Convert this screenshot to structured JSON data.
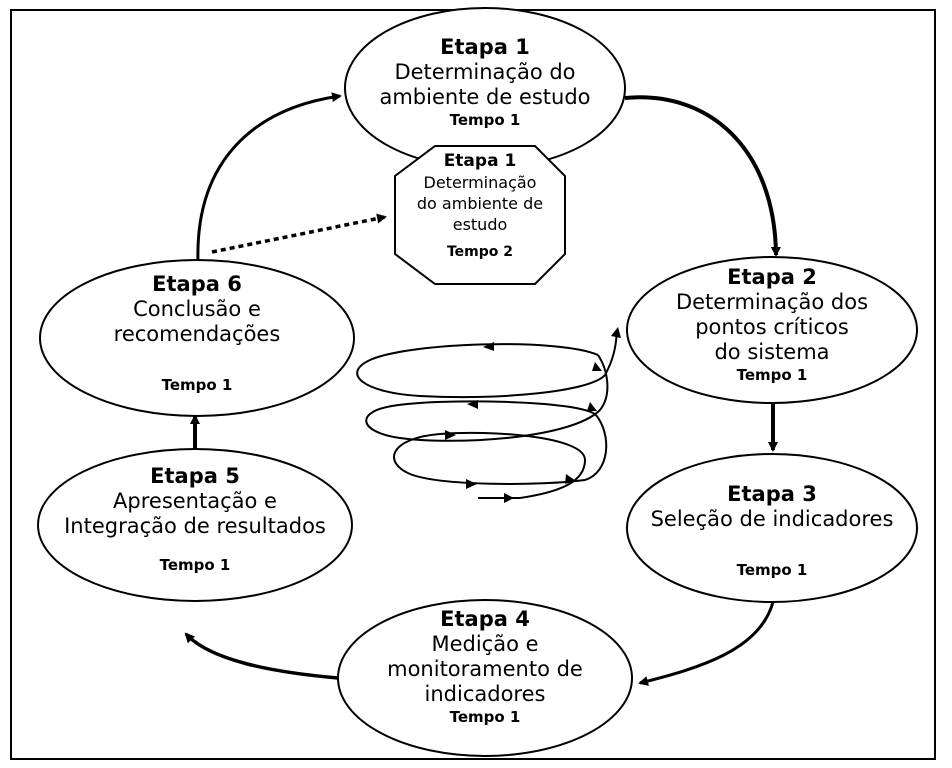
{
  "stages": [
    {
      "id": "s1",
      "title": "Etapa 1",
      "lines": [
        "Determinação do",
        "ambiente de estudo"
      ],
      "time": "Tempo 1"
    },
    {
      "id": "s1b",
      "title": "Etapa 1",
      "lines": [
        "Determinação",
        "do ambiente de",
        "estudo"
      ],
      "time": "Tempo 2"
    },
    {
      "id": "s2",
      "title": "Etapa 2",
      "lines": [
        "Determinação dos",
        "pontos críticos",
        "do sistema"
      ],
      "time": "Tempo 1"
    },
    {
      "id": "s3",
      "title": "Etapa 3",
      "lines": [
        "Seleção de indicadores"
      ],
      "time": "Tempo 1"
    },
    {
      "id": "s4",
      "title": "Etapa 4",
      "lines": [
        "Medição e",
        "monitoramento de",
        "indicadores"
      ],
      "time": "Tempo 1"
    },
    {
      "id": "s5",
      "title": "Etapa 5",
      "lines": [
        "Apresentação e",
        "Integração de resultados"
      ],
      "time": "Tempo 1"
    },
    {
      "id": "s6",
      "title": "Etapa 6",
      "lines": [
        "Conclusão e",
        "recomendações"
      ],
      "time": "Tempo 1"
    }
  ]
}
